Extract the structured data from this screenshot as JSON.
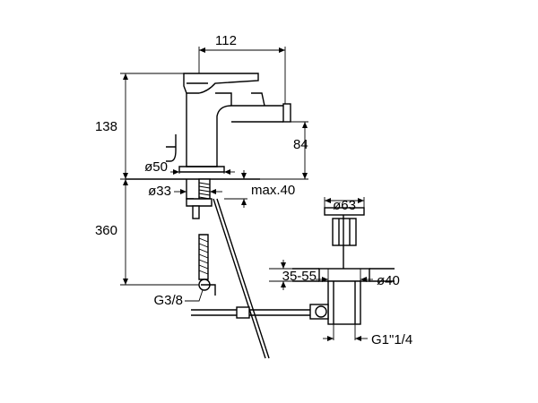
{
  "dimensions": {
    "spout_reach": "112",
    "overall_height": "138",
    "spout_height": "84",
    "base_diameter": "ø50",
    "hole_diameter": "ø33",
    "max_deck_thickness": "max.40",
    "hose_length": "360",
    "connection_thread": "G3/8",
    "waste_flange_diameter": "ø63",
    "waste_range": "35-55",
    "waste_hole_diameter": "ø40",
    "waste_thread": "G1\"1/4"
  }
}
